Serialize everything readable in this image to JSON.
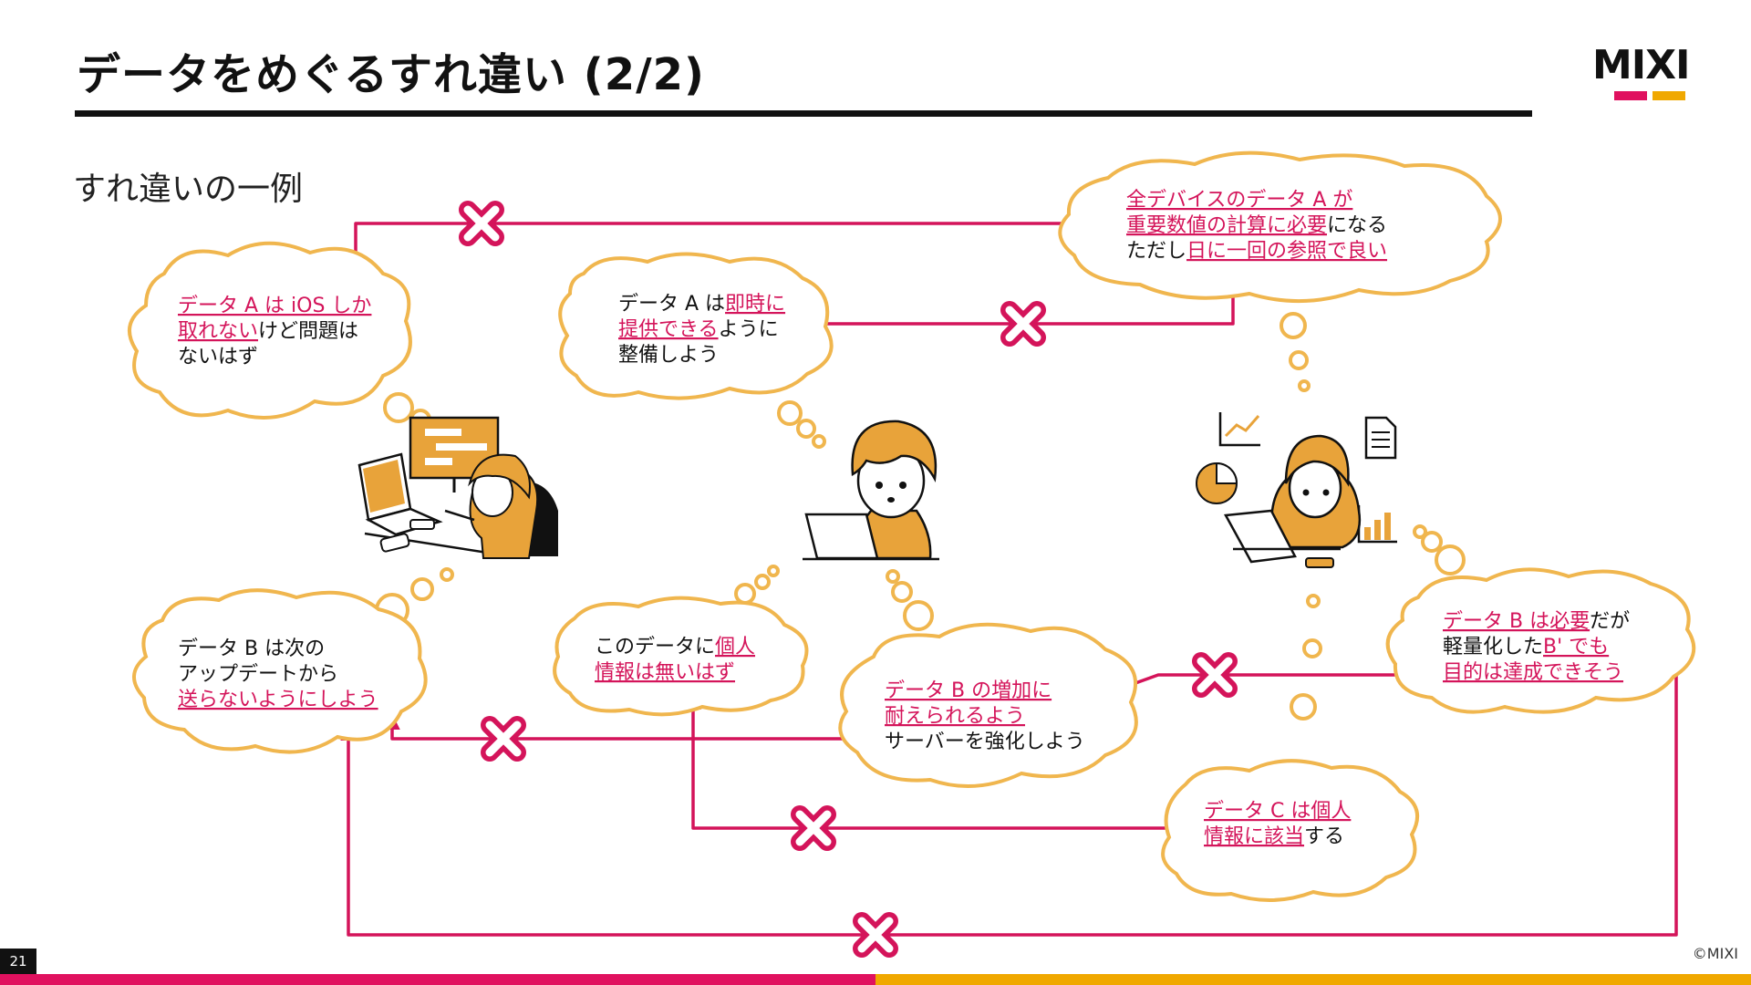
{
  "slide": {
    "title": "データをめぐるすれ違い (2/2)",
    "subtitle": "すれ違いの一例",
    "logo_text": "MIXI",
    "page_number": "21",
    "copyright": "©MIXI"
  },
  "colors": {
    "accent_red": "#d4145a",
    "accent_orange": "#f0a800",
    "cloud_stroke": "#f0b64e",
    "illustration_orange": "#e8a33a"
  },
  "icons": [
    "laptop-icon",
    "monitor-icon",
    "chart-icon",
    "pie-chart-icon",
    "document-icon",
    "bar-chart-icon"
  ],
  "bubbles": {
    "top_left": {
      "l1a": "データ A は iOS しか",
      "l2a": "取れない",
      "l2b": "けど問題は",
      "l3": "ないはず"
    },
    "top_center": {
      "l1a": "データ A は",
      "l1b": "即時に",
      "l2a": "提供できる",
      "l2b": "ように",
      "l3": "整備しよう"
    },
    "top_right": {
      "l1": "全デバイスのデータ A が",
      "l2a": "重要数値の計算に必要",
      "l2b": "になる",
      "l3a": "ただし",
      "l3b": "日に一回の参照で良い"
    },
    "bottom_left": {
      "l1": "データ B は次の",
      "l2": "アップデートから",
      "l3": "送らないようにしよう"
    },
    "bottom_center_left": {
      "l1a": "このデータに",
      "l1b": "個人",
      "l2": "情報は無いはず"
    },
    "bottom_center": {
      "l1": "データ B の増加に",
      "l2": "耐えられるよう",
      "l3": "サーバーを強化しよう"
    },
    "bottom_right": {
      "l1a": "データ B は必要",
      "l1b": "だが",
      "l2a": "軽量化した",
      "l2b": "B' でも",
      "l3": "目的は達成できそう"
    },
    "bottom_center_right": {
      "l1": "データ C は個人",
      "l2a": "情報に該当",
      "l2b": "する"
    }
  }
}
